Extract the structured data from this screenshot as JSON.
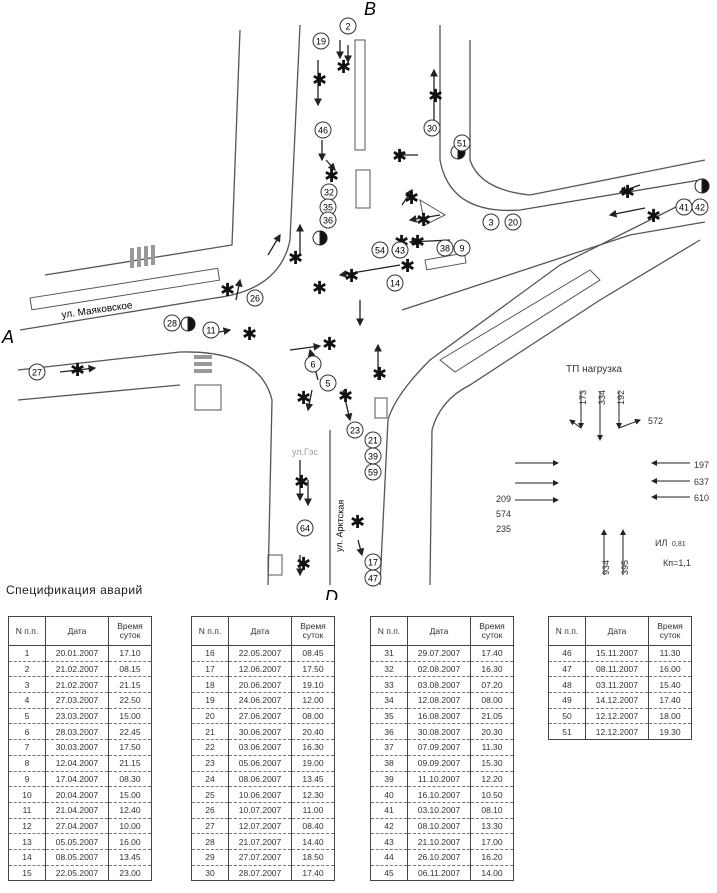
{
  "labels": {
    "A": "A",
    "B": "B",
    "D": "D",
    "street_mayakovskoe": "ул. Маяковское",
    "street_arkt": "ул. Арктская",
    "street_bottom": "ул.Гэс"
  },
  "markers": [
    {
      "id": "m2",
      "text": "2"
    },
    {
      "id": "m19",
      "text": "19"
    },
    {
      "id": "m46",
      "text": "46"
    },
    {
      "id": "m32",
      "text": "32"
    },
    {
      "id": "m35",
      "text": "35"
    },
    {
      "id": "m36",
      "text": "36"
    },
    {
      "id": "m30",
      "text": "30"
    },
    {
      "id": "m51",
      "text": "51"
    },
    {
      "id": "m3",
      "text": "3"
    },
    {
      "id": "m20",
      "text": "20"
    },
    {
      "id": "m41",
      "text": "41"
    },
    {
      "id": "m42",
      "text": "42"
    },
    {
      "id": "m54",
      "text": "54"
    },
    {
      "id": "m43",
      "text": "43"
    },
    {
      "id": "m38",
      "text": "38"
    },
    {
      "id": "m9",
      "text": "9"
    },
    {
      "id": "m14",
      "text": "14"
    },
    {
      "id": "m26",
      "text": "26"
    },
    {
      "id": "m28",
      "text": "28"
    },
    {
      "id": "m11",
      "text": "11"
    },
    {
      "id": "m27",
      "text": "27"
    },
    {
      "id": "m6",
      "text": "6"
    },
    {
      "id": "m5",
      "text": "5"
    },
    {
      "id": "m23",
      "text": "23"
    },
    {
      "id": "m21",
      "text": "21"
    },
    {
      "id": "m39",
      "text": "39"
    },
    {
      "id": "m59",
      "text": "59"
    },
    {
      "id": "m64",
      "text": "64"
    },
    {
      "id": "m17",
      "text": "17"
    },
    {
      "id": "m47",
      "text": "47"
    }
  ],
  "load": {
    "title": "ТП нагрузка",
    "north": [
      "173",
      "334",
      "192"
    ],
    "east_top": "572",
    "west": [
      "209",
      "574",
      "235"
    ],
    "east": [
      "197",
      "637",
      "610"
    ],
    "south": [
      "934",
      "395"
    ],
    "il_label": "ИЛ",
    "il_value": "0,81",
    "k_label": "Кп=1,1"
  },
  "spec": {
    "title": "Спецификация аварий",
    "headers": {
      "n": "N п.п.",
      "date": "Дата",
      "time": "Время суток"
    },
    "tables": [
      {
        "rows": [
          [
            "1",
            "20.01.2007",
            "17.10"
          ],
          [
            "2",
            "21.02.2007",
            "08.15"
          ],
          [
            "3",
            "21.02.2007",
            "21.15"
          ],
          [
            "4",
            "27.03.2007",
            "22.50"
          ],
          [
            "5",
            "23.03.2007",
            "15.00"
          ],
          [
            "6",
            "28.03.2007",
            "22.45"
          ],
          [
            "7",
            "30.03.2007",
            "17.50"
          ],
          [
            "8",
            "12.04.2007",
            "21.15"
          ],
          [
            "9",
            "17.04.2007",
            "08.30"
          ],
          [
            "10",
            "20.04.2007",
            "15.00"
          ],
          [
            "11",
            "21.04.2007",
            "12.40"
          ],
          [
            "12",
            "27.04.2007",
            "10.00"
          ],
          [
            "13",
            "05.05.2007",
            "16.00"
          ],
          [
            "14",
            "08.05.2007",
            "13.45"
          ],
          [
            "15",
            "22.05.2007",
            "23.00"
          ]
        ]
      },
      {
        "rows": [
          [
            "16",
            "22.05.2007",
            "08.45"
          ],
          [
            "17",
            "12.06.2007",
            "17.50"
          ],
          [
            "18",
            "20.06.2007",
            "19.10"
          ],
          [
            "19",
            "24.06.2007",
            "12.00"
          ],
          [
            "20",
            "27.06.2007",
            "08.00"
          ],
          [
            "21",
            "30.06.2007",
            "20.40"
          ],
          [
            "22",
            "03.06.2007",
            "16.30"
          ],
          [
            "23",
            "05.06.2007",
            "19.00"
          ],
          [
            "24",
            "08.06.2007",
            "13.45"
          ],
          [
            "25",
            "10.06.2007",
            "12.30"
          ],
          [
            "26",
            "10.07.2007",
            "11.00"
          ],
          [
            "27",
            "12.07.2007",
            "08.40"
          ],
          [
            "28",
            "21.07.2007",
            "14.40"
          ],
          [
            "29",
            "27.07.2007",
            "18.50"
          ],
          [
            "30",
            "28.07.2007",
            "17.40"
          ]
        ]
      },
      {
        "rows": [
          [
            "31",
            "29.07.2007",
            "17.40"
          ],
          [
            "32",
            "02.08.2007",
            "16.30"
          ],
          [
            "33",
            "03.08.2007",
            "07.20"
          ],
          [
            "34",
            "12.08.2007",
            "08.00"
          ],
          [
            "35",
            "16.08.2007",
            "21.05"
          ],
          [
            "36",
            "30.08.2007",
            "20.30"
          ],
          [
            "37",
            "07.09.2007",
            "11.30"
          ],
          [
            "38",
            "09.09.2007",
            "15.30"
          ],
          [
            "39",
            "11.10.2007",
            "12.20"
          ],
          [
            "40",
            "16.10.2007",
            "10.50"
          ],
          [
            "41",
            "03.10.2007",
            "08.10"
          ],
          [
            "42",
            "08.10.2007",
            "13.30"
          ],
          [
            "43",
            "21.10.2007",
            "17.00"
          ],
          [
            "44",
            "26.10.2007",
            "16.20"
          ],
          [
            "45",
            "06.11.2007",
            "14.00"
          ]
        ]
      },
      {
        "rows": [
          [
            "46",
            "15.11.2007",
            "11.30"
          ],
          [
            "47",
            "08.11.2007",
            "16.00"
          ],
          [
            "48",
            "03.11.2007",
            "15.40"
          ],
          [
            "49",
            "14.12.2007",
            "17.40"
          ],
          [
            "50",
            "12.12.2007",
            "18.00"
          ],
          [
            "51",
            "12.12.2007",
            "19.30"
          ]
        ]
      }
    ]
  }
}
